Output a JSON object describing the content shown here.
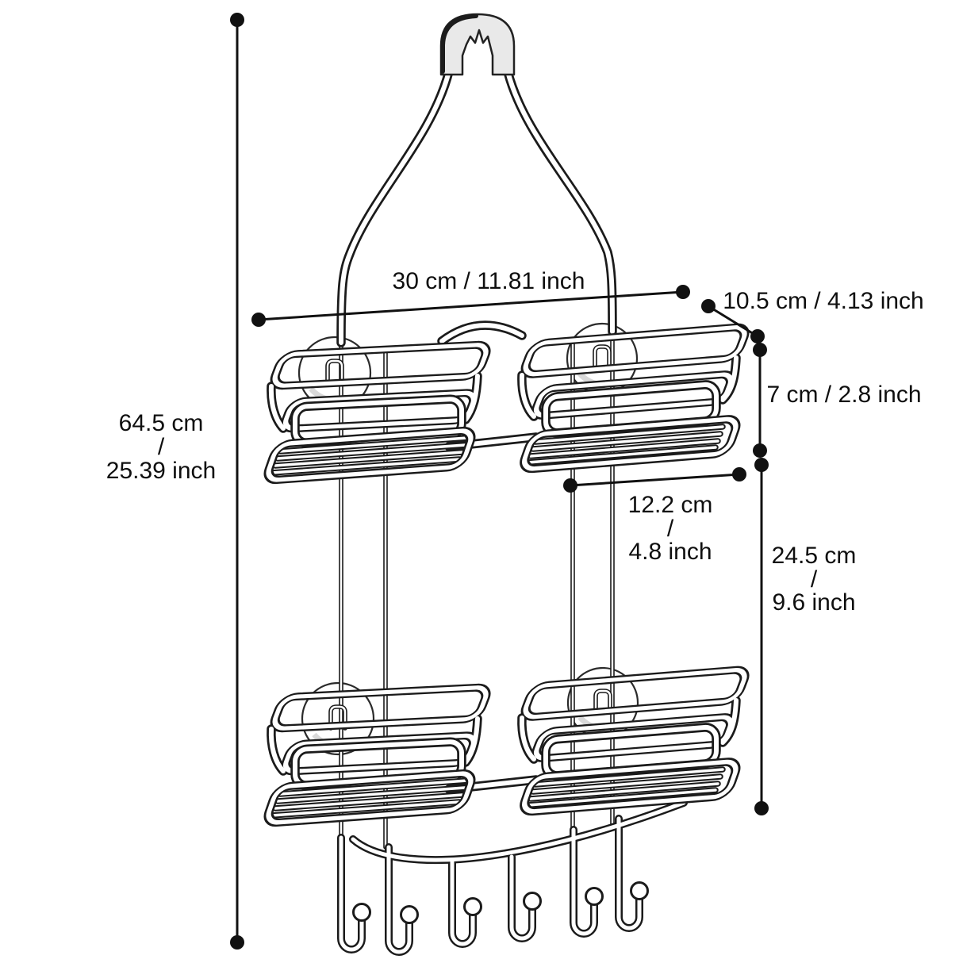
{
  "page": {
    "type": "product-dimension-diagram",
    "product": "hanging shower caddy",
    "background": "#ffffff"
  },
  "colors": {
    "line": "#1b1b1b",
    "dimension": "#111111",
    "hanger_fill": "#e9e9e9"
  },
  "dimensions": {
    "overall_height": {
      "cm": "64.5 cm",
      "sep": "/",
      "inch": "25.39 inch"
    },
    "overall_width": {
      "label": "30 cm / 11.81 inch"
    },
    "basket_depth": {
      "label": "10.5 cm / 4.13 inch"
    },
    "basket_height": {
      "label": "7 cm / 2.8 inch"
    },
    "shelf_width": {
      "cm": "12.2 cm",
      "sep": "/",
      "inch": "4.8 inch"
    },
    "lower_section_height": {
      "cm": "24.5 cm",
      "sep": "/",
      "inch": "9.6 inch"
    }
  }
}
